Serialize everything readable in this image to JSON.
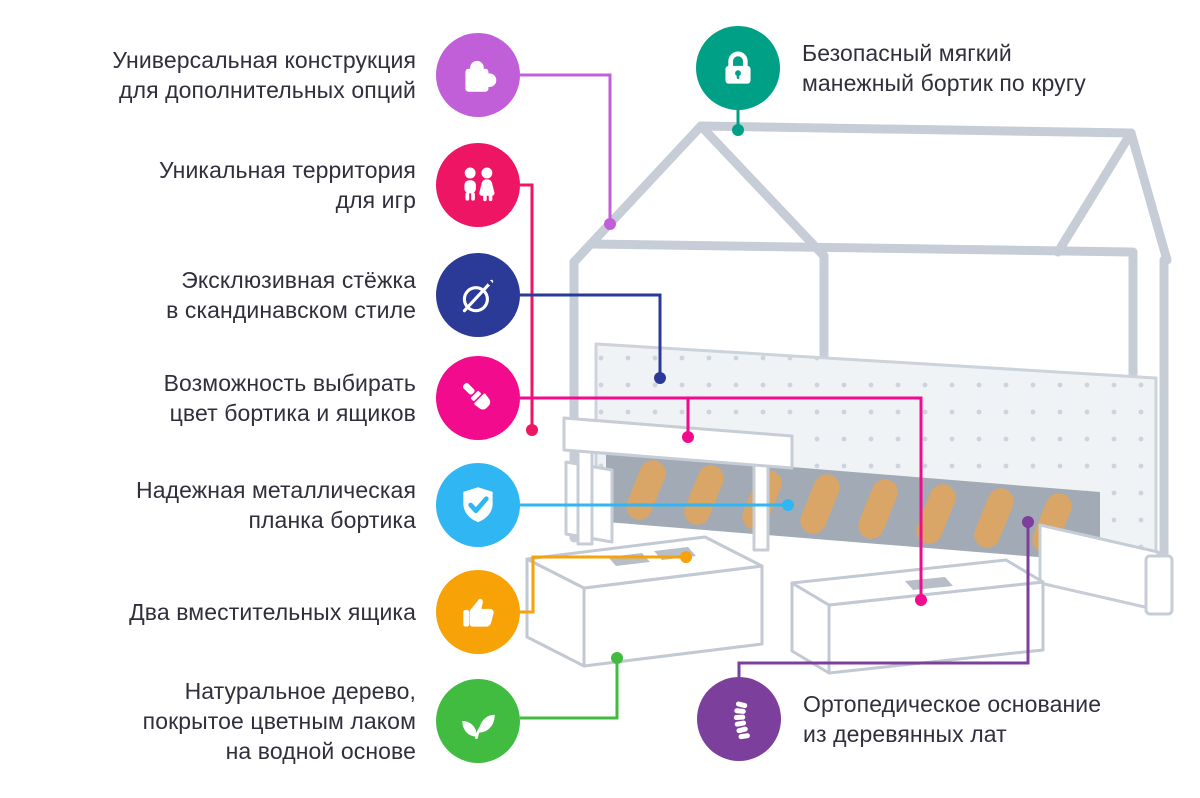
{
  "page": {
    "background": "#ffffff"
  },
  "features": [
    {
      "id": "universal-construction",
      "icon": "puzzle-icon",
      "color": "#c05fd8",
      "lines": [
        "Универсальная конструкция",
        "для дополнительных опций"
      ]
    },
    {
      "id": "play-territory",
      "icon": "children-icon",
      "color": "#ee1565",
      "lines": [
        "Уникальная территория",
        "для игр"
      ]
    },
    {
      "id": "scandinavian-stitching",
      "icon": "needle-thread-icon",
      "color": "#2a3a96",
      "lines": [
        "Эксклюзивная стёжка",
        "в скандинавском стиле"
      ]
    },
    {
      "id": "color-choice",
      "icon": "paintbrush-icon",
      "color": "#f20b8d",
      "lines": [
        "Возможность выбирать",
        "цвет бортика и ящиков"
      ]
    },
    {
      "id": "metal-rail-plank",
      "icon": "shield-check-icon",
      "color": "#30b6f2",
      "lines": [
        "Надежная металлическая",
        "планка бортика"
      ]
    },
    {
      "id": "two-drawers",
      "icon": "thumbs-up-icon",
      "color": "#f7a206",
      "lines": [
        "Два вместительных ящика"
      ]
    },
    {
      "id": "natural-wood",
      "icon": "sprout-icon",
      "color": "#41bc41",
      "lines": [
        "Натуральное дерево,",
        "покрытое цветным лаком",
        "на водной основе"
      ]
    },
    {
      "id": "safe-soft-bumper",
      "icon": "padlock-icon",
      "color": "#00a087",
      "lines": [
        "Безопасный мягкий",
        "манежный бортик по кругу"
      ]
    },
    {
      "id": "orthopedic-base",
      "icon": "spine-icon",
      "color": "#7c3f9c",
      "lines": [
        "Ортопедическое основание",
        "из деревянных лат"
      ]
    }
  ]
}
